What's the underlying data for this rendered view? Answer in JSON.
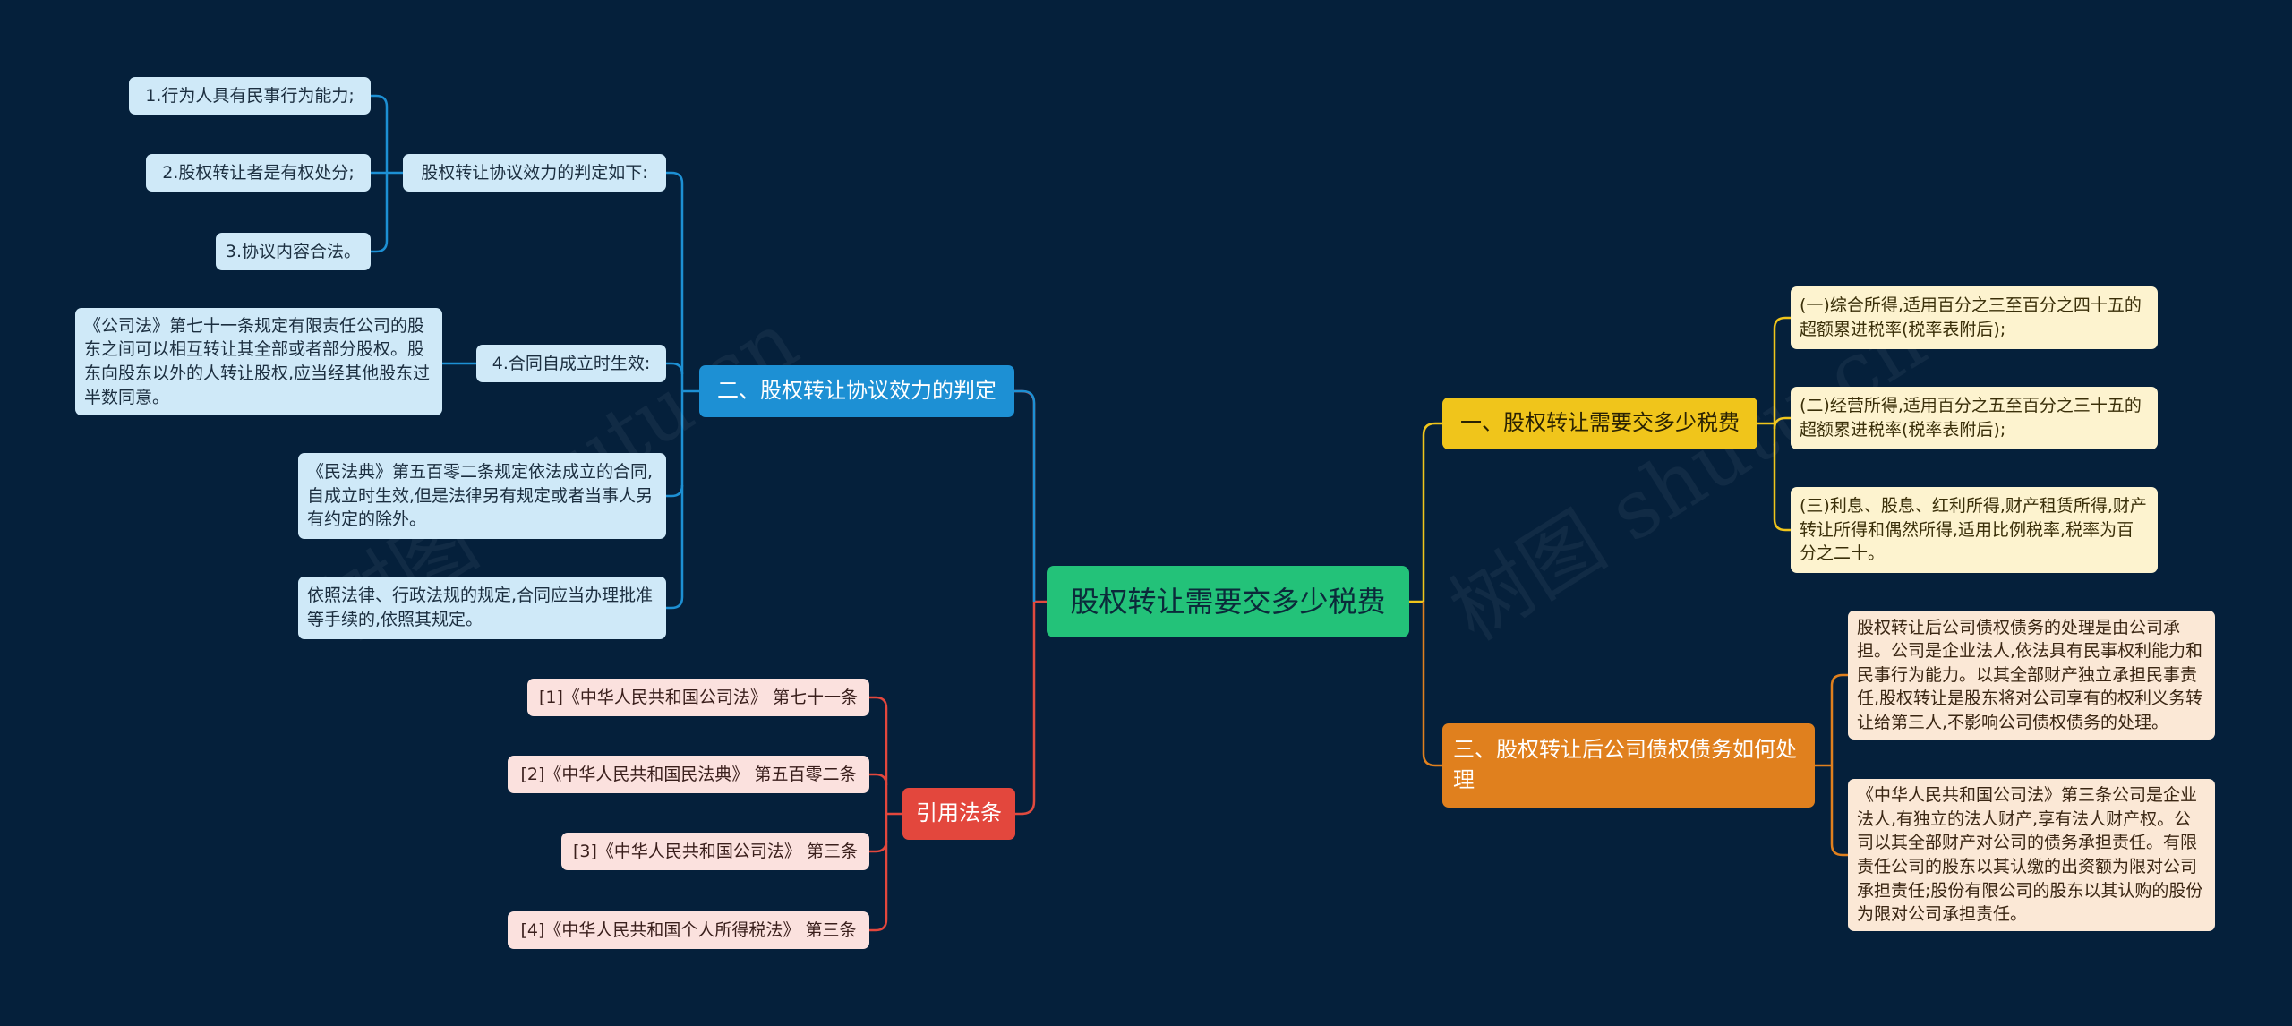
{
  "watermark": "树图 shutu.cn",
  "root": "股权转让需要交多少税费",
  "branches": {
    "validity": {
      "label": "二、股权转让协议效力的判定",
      "conditions_heading": "股权转让协议效力的判定如下:",
      "conditions": [
        "1.行为人具有民事行为能力;",
        "2.股权转让者是有权处分;",
        "3.协议内容合法。"
      ],
      "effective_heading": "4.合同自成立时生效:",
      "company_law_note": "《公司法》第七十一条规定有限责任公司的股东之间可以相互转让其全部或者部分股权。股东向股东以外的人转让股权,应当经其他股东过半数同意。",
      "civil_code_note": "《民法典》第五百零二条规定依法成立的合同,自成立时生效,但是法律另有规定或者当事人另有约定的除外。",
      "approval_note": "依照法律、行政法规的规定,合同应当办理批准等手续的,依照其规定。"
    },
    "citations": {
      "label": "引用法条",
      "items": [
        "[1]《中华人民共和国公司法》 第七十一条",
        "[2]《中华人民共和国民法典》 第五百零二条",
        "[3]《中华人民共和国公司法》 第三条",
        "[4]《中华人民共和国个人所得税法》 第三条"
      ]
    },
    "tax": {
      "label": "一、股权转让需要交多少税费",
      "items": [
        "(一)综合所得,适用百分之三至百分之四十五的超额累进税率(税率表附后);",
        "(二)经营所得,适用百分之五至百分之三十五的超额累进税率(税率表附后);",
        "(三)利息、股息、红利所得,财产租赁所得,财产转让所得和偶然所得,适用比例税率,税率为百分之二十。"
      ]
    },
    "debt": {
      "label": "三、股权转让后公司债权债务如何处理",
      "items": [
        "股权转让后公司债权债务的处理是由公司承担。公司是企业法人,依法具有民事权利能力和民事行为能力。以其全部财产独立承担民事责任,股权转让是股东将对公司享有的权利义务转让给第三人,不影响公司债权债务的处理。",
        "《中华人民共和国公司法》第三条公司是企业法人,有独立的法人财产,享有法人财产权。公司以其全部财产对公司的债务承担责任。有限责任公司的股东以其认缴的出资额为限对公司承担责任;股份有限公司的股东以其认购的股份为限对公司承担责任。"
      ]
    }
  },
  "colors": {
    "background": "#05203b",
    "root": "#23c279",
    "blue": "#1d90d4",
    "red": "#e3473d",
    "yellow": "#f0c51b",
    "orange": "#e0801e"
  }
}
